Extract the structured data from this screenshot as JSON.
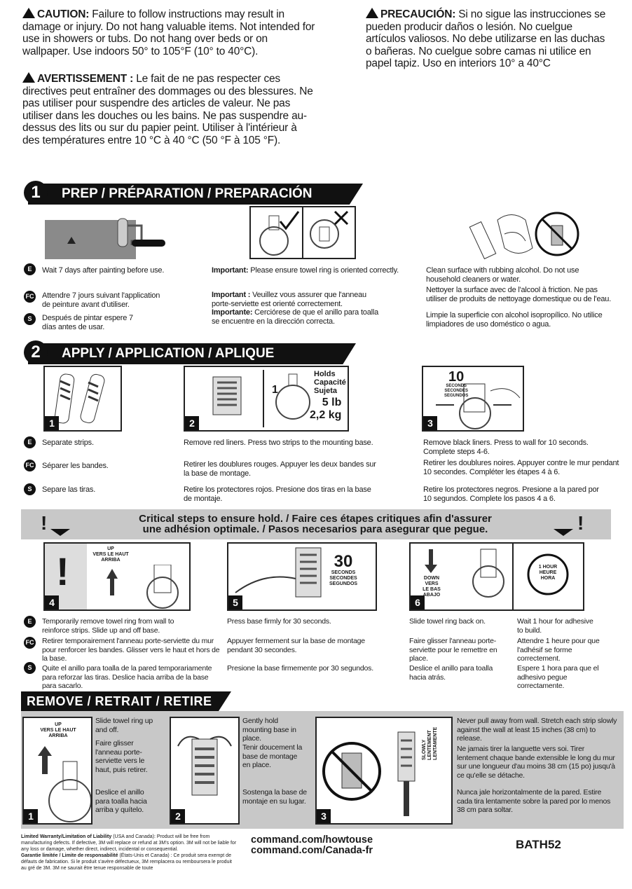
{
  "warnings": {
    "caution_en_title": "CAUTION:",
    "caution_en": "Failure to follow instructions may result in damage or injury. Do not hang valuable items. Not intended for use in showers or tubs. Do not hang over beds or on wallpaper. Use indoors 50° to 105°F (10° to 40°C).",
    "caution_fr_title": "AVERTISSEMENT :",
    "caution_fr": "Le fait de ne pas respecter ces directives peut entraîner des dommages ou des blessures. Ne pas utiliser pour suspendre des articles de valeur. Ne pas utiliser dans les douches ou les bains. Ne pas suspendre au-dessus des lits ou sur du papier peint. Utiliser à l'intérieur à des températures entre 10 °C à 40 °C (50 °F à 105 °F).",
    "caution_es_title": "PRECAUCIÓN:",
    "caution_es": "Si no sigue las instrucciones se pueden producir daños o lesión. No cuelgue artículos valiosos. No debe utilizarse en las duchas o bañeras. No cuelgue sobre camas ni utilice en papel tapiz. Uso en interiors 10° a 40°C"
  },
  "step1": {
    "num": "1",
    "title": "PREP / PRÉPARATION / PREPARACIÓN",
    "col1": {
      "en": "Wait 7 days after painting before use.",
      "fr": "Attendre 7 jours suivant l'application de peinture avant d'utiliser.",
      "es": "Después de pintar espere 7 días antes de usar."
    },
    "col2": {
      "en_b": "Important:",
      "en": "Please ensure towel ring is oriented correctly.",
      "fr_b": "Important :",
      "fr": "Veuillez vous assurer que l'anneau porte-serviette est orienté correctement.",
      "es_b": "Importante:",
      "es": "Cerciórese de que el anillo para toalla se encuentre en la dirección correcta."
    },
    "col3": {
      "en": "Clean surface with rubbing alcohol. Do not use household cleaners or water.",
      "fr": "Nettoyer la surface avec de l'alcool à friction. Ne pas utiliser de produits de nettoyage domestique ou de l'eau.",
      "es": "Limpie la superficie con alcohol isopropílico. No utilice limpiadores de uso doméstico o agua."
    }
  },
  "langs": {
    "e": "E",
    "fc": "FC",
    "s": "S"
  },
  "step2": {
    "num": "2",
    "title": "APPLY / APPLICATION / APLIQUE",
    "holds": "Holds",
    "capacite": "Capacité",
    "sujeta": "Sujeta",
    "lb": "5 lb",
    "kg": "2,2 kg",
    "ten": "10",
    "seconds3": "SECONDS\nSECONDES\nSEGUNDOS",
    "col1": {
      "en": "Separate strips.",
      "fr": "Séparer les bandes.",
      "es": "Separe las tiras."
    },
    "col2": {
      "en": "Remove red liners. Press two strips to the mounting base.",
      "fr": "Retirer les doublures rouges. Appuyer les deux bandes sur la base de montage.",
      "es": "Retire los protectores rojos. Presione dos tiras en la base de montaje."
    },
    "col3": {
      "en": "Remove black liners. Press to wall for 10 seconds. Complete steps 4-6.",
      "fr": "Retirer les doublures noires. Appuyer contre le mur pendant 10 secondes. Compléter les étapes 4 à 6.",
      "es": "Retire los protectores negros. Presione a la pared por 10 segundos. Complete los pasos 4 a 6."
    }
  },
  "critical": {
    "line1": "Critical steps to ensure hold. / Faire ces étapes critiques afin d'assurer",
    "line2": "une adhésion optimale. / Pasos necesarios para asegurar que pegue."
  },
  "step4to6": {
    "up": "UP\nVERS LE HAUT\nARRIBA",
    "thirty": "30",
    "seconds": "SECONDS\nSECONDES\nSEGUNDOS",
    "down": "DOWN\nVERS\nLE BAS\nABAJO",
    "hour": "1 HOUR\nHEURE\nHORA",
    "c4": {
      "en": "Temporarily remove towel ring from wall to reinforce strips. Slide up and off base.",
      "fr": "Retirer temporairement l'anneau porte-serviette du mur pour renforcer les bandes. Glisser vers le haut et hors de la base.",
      "es": "Quite el anillo para toalla de la pared temporariamente para reforzar las tiras. Deslice hacia arriba de la base para sacarlo."
    },
    "c5": {
      "en": "Press base firmly for 30 seconds.",
      "fr": "Appuyer fermement sur la base de montage pendant 30 secondes.",
      "es": "Presione la base firmemente por 30 segundos."
    },
    "c6a": {
      "en": "Slide towel ring back on.",
      "fr": "Faire glisser l'anneau porte-serviette pour le remettre en place.",
      "es": "Deslice el anillo para toalla hacia atrás."
    },
    "c6b": {
      "en": "Wait 1 hour for adhesive to build.",
      "fr": "Attendre 1 heure pour que l'adhésif se forme correctement.",
      "es": "Espere 1 hora para que el adhesivo pegue correctamente."
    }
  },
  "remove": {
    "title": "REMOVE / RETRAIT / RETIRE",
    "up": "UP\nVERS LE HAUT\nARRIBA",
    "slowly": "SLOWLY\nLENTEMENT\nLENTAMENTE",
    "r1": {
      "en": "Slide towel ring up and off.",
      "fr": "Faire glisser l'anneau porte-serviette vers le haut, puis retirer.",
      "es": "Deslice el anillo para toalla hacia arriba y quítelo."
    },
    "r2": {
      "en": "Gently hold mounting base in place.",
      "fr": "Tenir doucement la base de montage en place.",
      "es": "Sostenga la base de montaje en su lugar."
    },
    "r3": {
      "en": "Never pull away from wall. Stretch each strip slowly against the wall at least 15 inches (38 cm) to release.",
      "fr": "Ne jamais tirer la languette vers soi. Tirer lentement chaque bande extensible le long du mur sur une longueur d'au moins 38 cm (15 po) jusqu'à ce qu'elle se détache.",
      "es": "Nunca jale horizontalmente de la pared. Estire cada tira lentamente sobre la pared por lo menos 38 cm para soltar."
    }
  },
  "footer": {
    "warranty_b": "Limited Warranty/Limitation of Liability",
    "warranty": "(USA and Canada): Product will be free from manufacturing defects. If defective, 3M will replace or refund at 3M's option. 3M will not be liable for any loss or damage, whether direct, indirect, incidental or consequential.",
    "garantie_b": "Garantie limitée / Limite de responsabilité",
    "garantie": "(États-Unis et Canada) : Ce produit sera exempt de défauts de fabrication. Si le produit s'avère défectueux, 3M remplacera ou remboursera le produit au gré de 3M. 3M ne saurait être tenue responsable de toute",
    "url1": "command.com/howtouse",
    "url2": "command.com/Canada-fr",
    "code": "BATH52"
  }
}
